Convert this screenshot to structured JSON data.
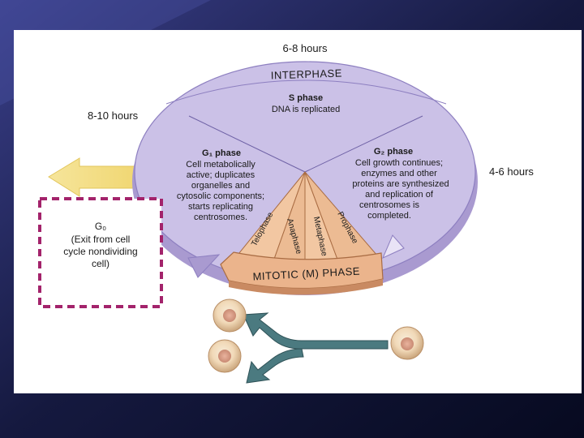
{
  "time_labels": {
    "top": "6-8 hours",
    "left": "8-10 hours",
    "right": "4-6 hours"
  },
  "interphase_label": "INTERPHASE",
  "mitotic_label": "MITOTIC (M) PHASE",
  "s_phase": {
    "title": "S phase",
    "lines": [
      "DNA is replicated"
    ]
  },
  "g1_phase": {
    "title": "G₁ phase",
    "lines": [
      "Cell metabolically",
      "active; duplicates",
      "organelles and",
      "cytosolic components;",
      "starts replicating",
      "centrosomes."
    ]
  },
  "g2_phase": {
    "title": "G₂ phase",
    "lines": [
      "Cell growth continues;",
      "enzymes and other",
      "proteins are synthesized",
      "and replication of",
      "centrosomes is",
      "completed."
    ]
  },
  "mitosis_stages": [
    "Telophase",
    "Anaphase",
    "Metaphase",
    "Prophase"
  ],
  "g0": {
    "title": "G₀",
    "lines": [
      "(Exit from cell",
      "cycle nondividing",
      "cell)"
    ]
  },
  "colors": {
    "interphase": "#c9bfe6",
    "mitotic": "#e8b48a",
    "dashed_box": "#a3236b",
    "arrow": "#4b7a80",
    "g0_arrow": "#f3e08a"
  }
}
